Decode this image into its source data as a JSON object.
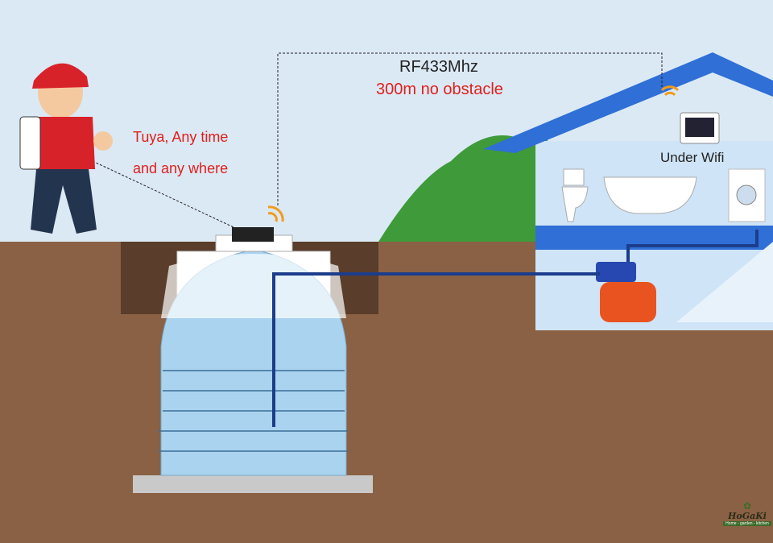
{
  "labels": {
    "rf_title": "RF433Mhz",
    "rf_range": "300m no obstacle",
    "app_line1": "Tuya, Any time",
    "app_line2": "and any where",
    "wifi_label": "Under Wifi"
  },
  "logo": {
    "name": "HoGaKi",
    "tagline": "Home - garden - kitchen"
  },
  "colors": {
    "accent_red": "#e0201b",
    "sky": "#dbe9f5",
    "soil": "#8a6144",
    "house_blue": "#2f6fd6",
    "water": "#a9d3ef"
  }
}
